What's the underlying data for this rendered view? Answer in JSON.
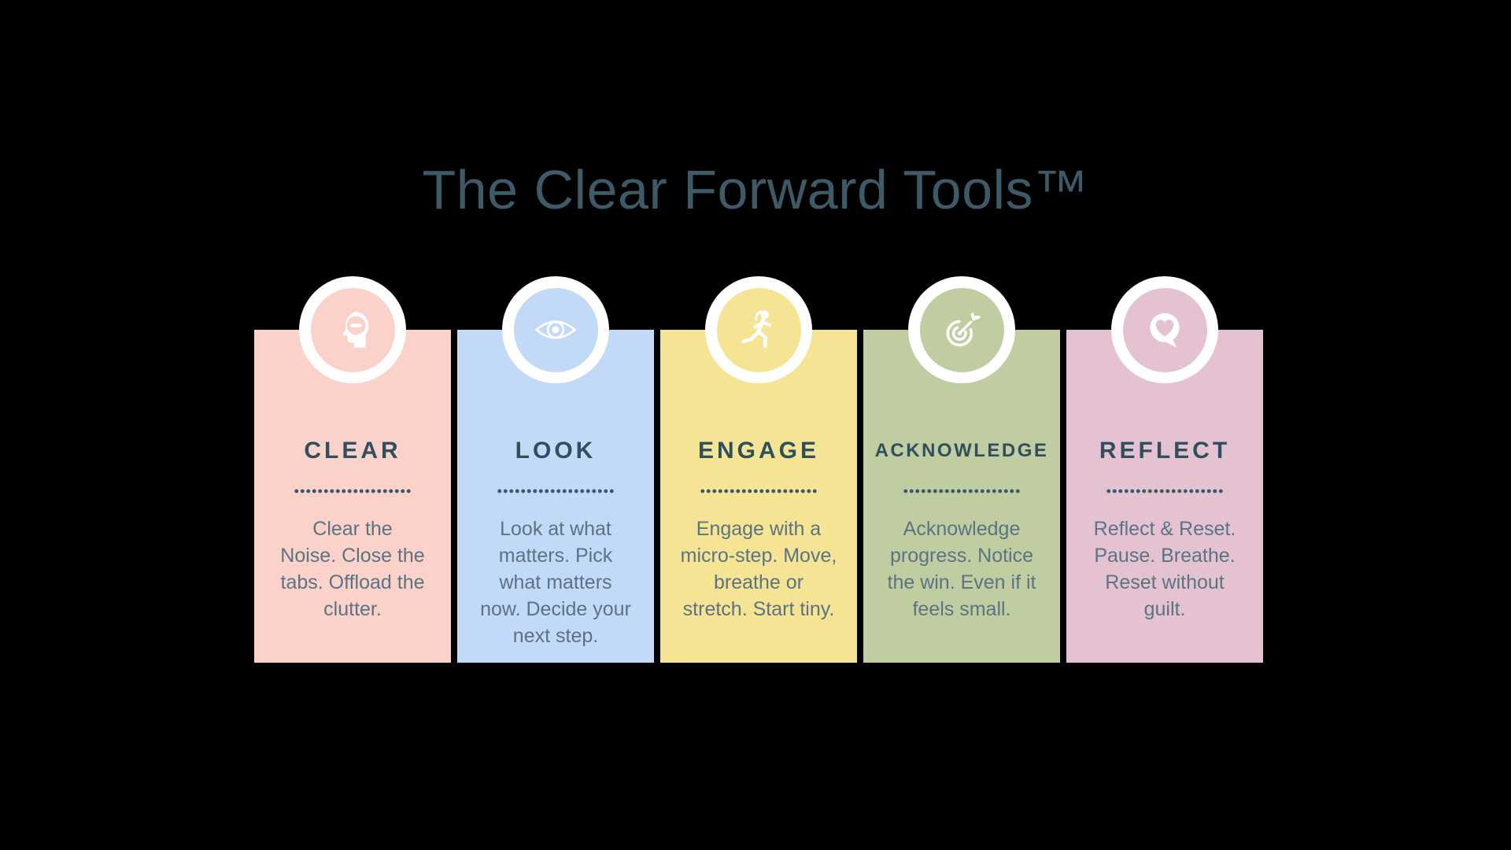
{
  "title": "The Clear Forward Tools™",
  "background": "#000000",
  "colors": {
    "title_text": "#3e5a66",
    "heading_text": "#2f4f5f",
    "body_text": "#5b7383",
    "divider_dots": "#3a5868",
    "badge_ring": "#ffffff"
  },
  "cards": [
    {
      "label": "CLEAR",
      "icon": "head-declutter-icon",
      "color": "#fad2c9",
      "description": "Clear the\nNoise. Close the\ntabs. Offload the\nclutter."
    },
    {
      "label": "LOOK",
      "icon": "eye-icon",
      "color": "#c2d9f7",
      "description": "Look at what\nmatters. Pick\nwhat matters\nnow. Decide your\nnext step."
    },
    {
      "label": "ENGAGE",
      "icon": "runner-icon",
      "color": "#f5e493",
      "description": "Engage with a\nmicro-step. Move,\nbreathe or\nstretch. Start tiny."
    },
    {
      "label": "ACKNOWLEDGE",
      "icon": "target-arrow-icon",
      "color": "#c0cda1",
      "description": "Acknowledge\nprogress. Notice\nthe win. Even if it\nfeels small."
    },
    {
      "label": "REFLECT",
      "icon": "heart-speech-bubble-icon",
      "color": "#e5c2d1",
      "description": "Reflect & Reset.\nPause. Breathe.\nReset without\nguilt."
    }
  ]
}
